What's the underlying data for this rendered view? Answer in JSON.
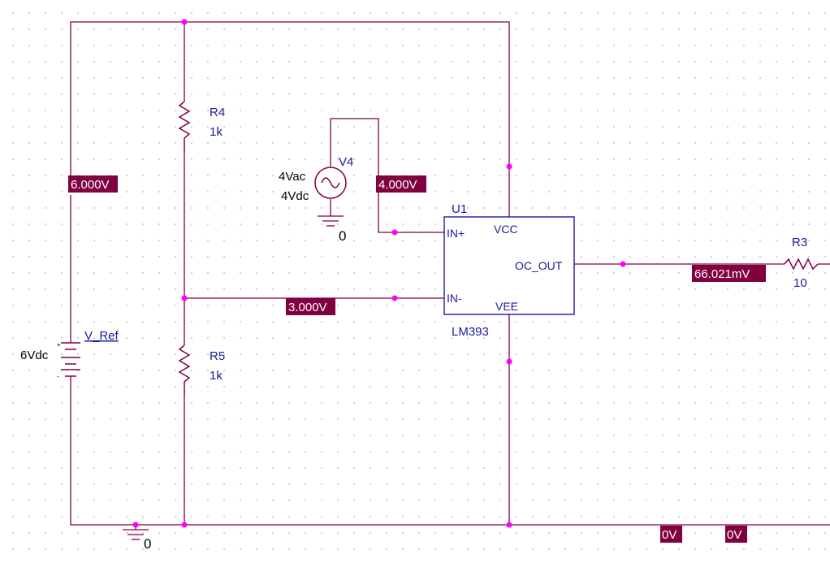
{
  "components": {
    "r4": {
      "name": "R4",
      "value": "1k"
    },
    "r5": {
      "name": "R5",
      "value": "1k"
    },
    "r3": {
      "name": "R3",
      "value": "10"
    },
    "v4": {
      "name": "V4",
      "ac": "4Vac",
      "dc": "4Vdc"
    },
    "vref": {
      "name": "V_Ref",
      "value": "6Vdc",
      "plus": "+",
      "minus": "-"
    },
    "u1": {
      "name": "U1",
      "part": "LM393",
      "pins": {
        "in_plus": "IN+",
        "in_minus": "IN-",
        "vcc": "VCC",
        "vee": "VEE",
        "out": "OC_OUT"
      }
    }
  },
  "grounds": {
    "source_ground": "0",
    "main_ground": "0"
  },
  "voltage_markers": {
    "supply": "6.000V",
    "in_plus": "4.000V",
    "in_minus": "3.000V",
    "output": "66.021mV",
    "ground_a": "0V",
    "ground_b": "0V"
  },
  "colors": {
    "wire": "#800040",
    "junction": "#ff00ff",
    "label": "#1a1aa0",
    "marker_bg": "#800040"
  }
}
